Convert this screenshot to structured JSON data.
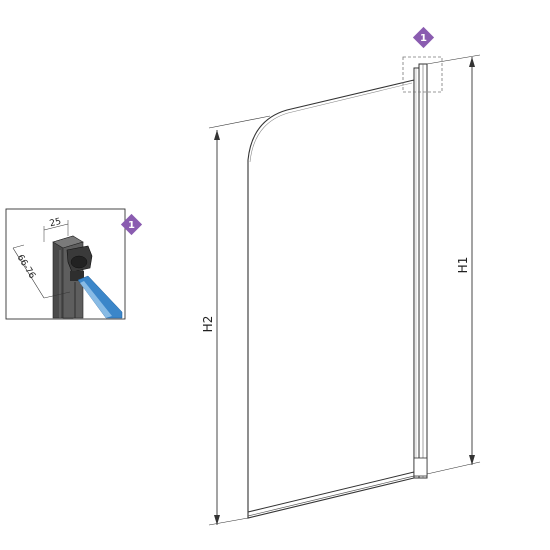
{
  "labels": {
    "height_1": "H1",
    "height_2": "H2",
    "detail_width": "25",
    "detail_range": "66-76"
  },
  "callouts": [
    {
      "number": "1"
    },
    {
      "number": "1"
    }
  ],
  "colors": {
    "badge": "#8a5cb0",
    "line": "#333333",
    "glass": "#3b86c9"
  }
}
